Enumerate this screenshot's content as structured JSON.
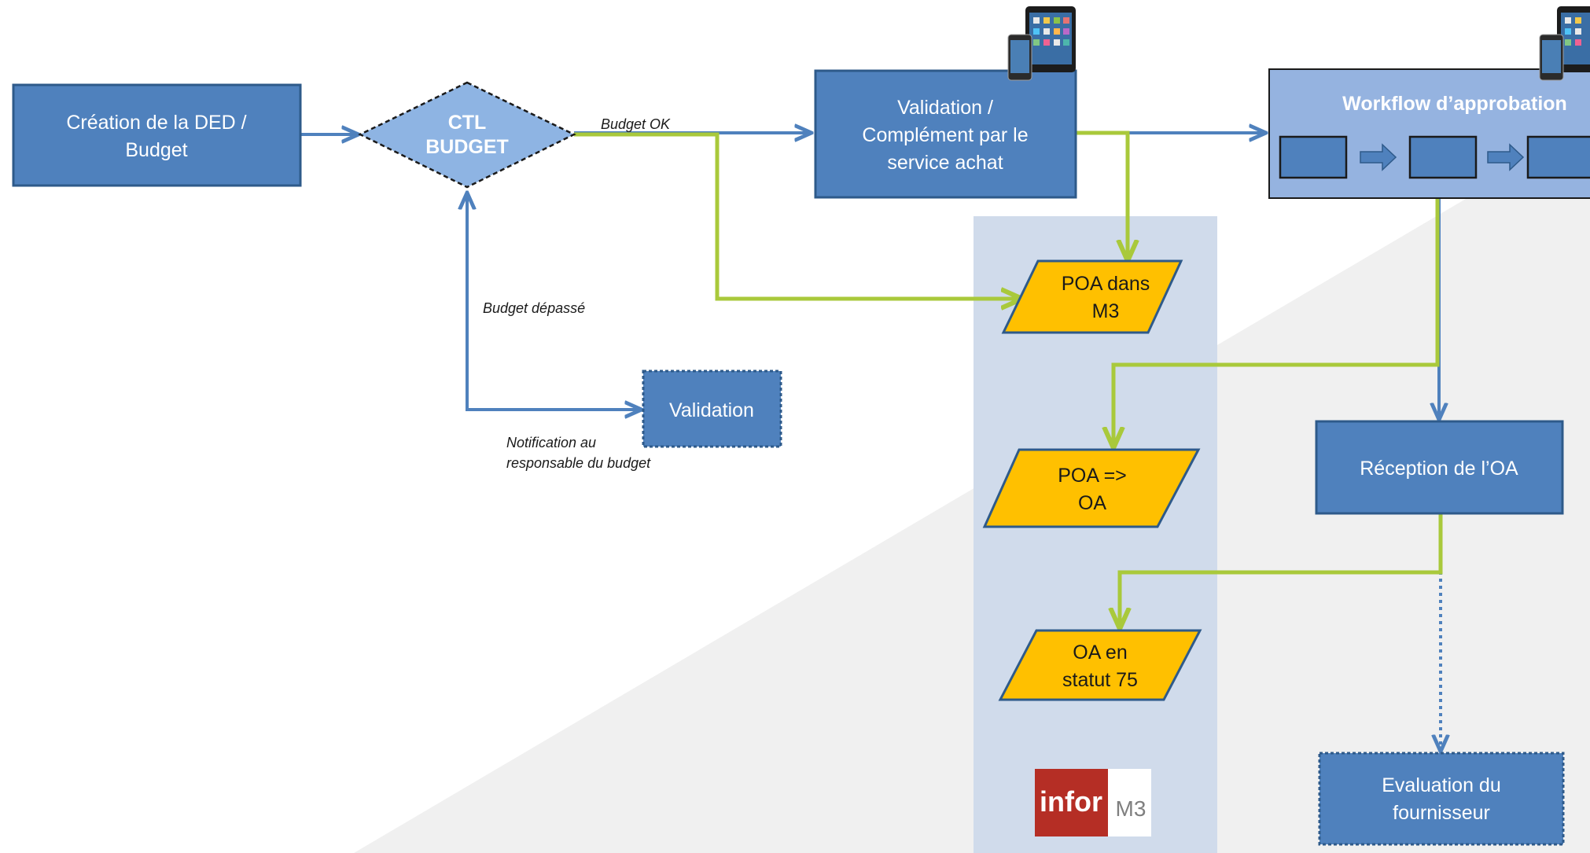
{
  "colors": {
    "box_fill": "#4f81bd",
    "box_stroke": "#2e5a8a",
    "light_box_fill": "#95b3e0",
    "diamond_fill": "#8eb4e3",
    "yellow_fill": "#ffc000",
    "blue_arrow": "#4f81bd",
    "green_arrow": "#a9c93b",
    "lane_fill": "#d0dbeb",
    "gray_bg": "#f2f2f2",
    "infor_red": "#b52e25"
  },
  "nodes": {
    "creation": [
      "Création de la DED /",
      "Budget"
    ],
    "ctl_budget": [
      "CTL",
      "BUDGET"
    ],
    "validation_achat": [
      "Validation /",
      "Complément par le",
      "service achat"
    ],
    "validation": [
      "Validation"
    ],
    "workflow_title": "Workflow d’approbation",
    "poa_m3": [
      "POA dans",
      "M3"
    ],
    "poa_oa": [
      "POA =>",
      "OA"
    ],
    "oa_statut": [
      "OA en",
      "statut 75"
    ],
    "reception": [
      "Réception de l’OA"
    ],
    "evaluation": [
      "Evaluation du",
      "fournisseur"
    ]
  },
  "edge_labels": {
    "budget_ok": "Budget OK",
    "budget_depasse": "Budget dépassé",
    "notification": [
      "Notification au",
      "responsable du budget"
    ]
  },
  "logo": {
    "brand": "infor",
    "product": "M3"
  },
  "icons": [
    "tablet-phone-icon",
    "tablet-phone-icon"
  ]
}
